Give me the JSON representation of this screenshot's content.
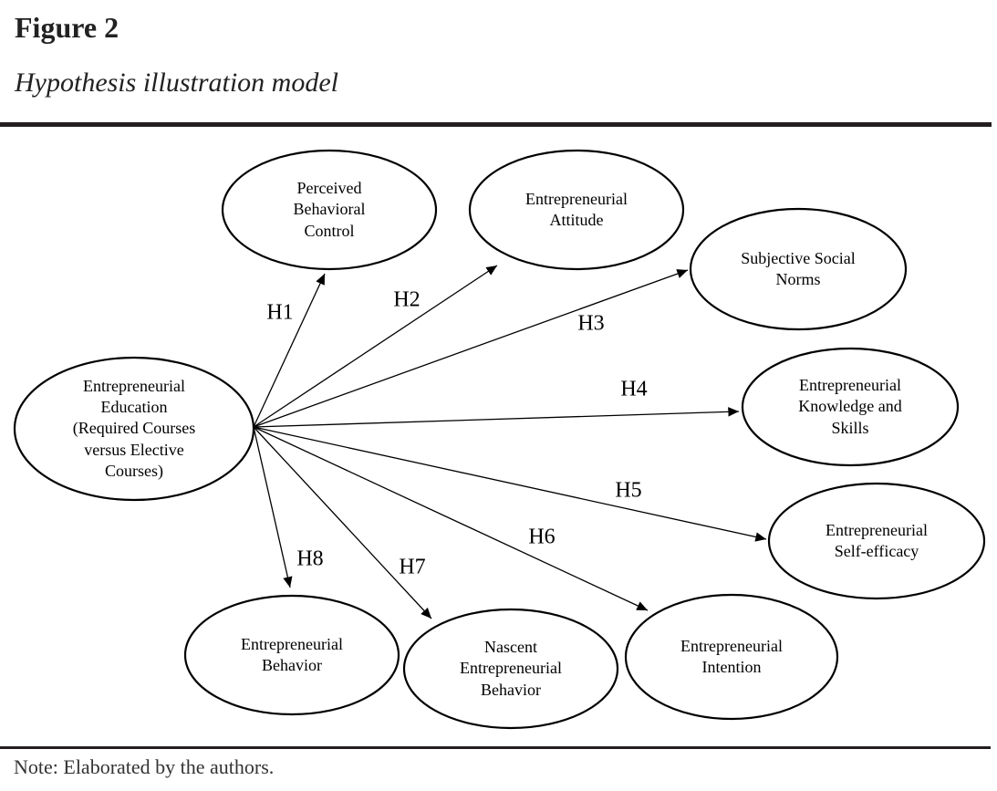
{
  "figure": {
    "label": "Figure 2",
    "title": "Hypothesis illustration model",
    "note": "Note: Elaborated by the authors."
  },
  "diagram": {
    "type": "hypothesis-path-model",
    "nodes": [
      {
        "id": "entrepreneurial-education",
        "label": "Entrepreneurial Education (Required Courses versus Elective Courses)"
      },
      {
        "id": "perceived-behavioral-control",
        "label": "Perceived Behavioral Control"
      },
      {
        "id": "entrepreneurial-attitude",
        "label": "Entrepreneurial Attitude"
      },
      {
        "id": "subjective-social-norms",
        "label": "Subjective Social Norms"
      },
      {
        "id": "entrepreneurial-knowledge-and-skills",
        "label": "Entrepreneurial Knowledge and Skills"
      },
      {
        "id": "entrepreneurial-self-efficacy",
        "label": "Entrepreneurial Self-efficacy"
      },
      {
        "id": "entrepreneurial-intention",
        "label": "Entrepreneurial Intention"
      },
      {
        "id": "nascent-entrepreneurial-behavior",
        "label": "Nascent Entrepreneurial Behavior"
      },
      {
        "id": "entrepreneurial-behavior",
        "label": "Entrepreneurial Behavior"
      }
    ],
    "edges": [
      {
        "label": "H1",
        "from": "entrepreneurial-education",
        "to": "perceived-behavioral-control"
      },
      {
        "label": "H2",
        "from": "entrepreneurial-education",
        "to": "entrepreneurial-attitude"
      },
      {
        "label": "H3",
        "from": "entrepreneurial-education",
        "to": "subjective-social-norms"
      },
      {
        "label": "H4",
        "from": "entrepreneurial-education",
        "to": "entrepreneurial-knowledge-and-skills"
      },
      {
        "label": "H5",
        "from": "entrepreneurial-education",
        "to": "entrepreneurial-self-efficacy"
      },
      {
        "label": "H6",
        "from": "entrepreneurial-education",
        "to": "entrepreneurial-intention"
      },
      {
        "label": "H7",
        "from": "entrepreneurial-education",
        "to": "nascent-entrepreneurial-behavior"
      },
      {
        "label": "H8",
        "from": "entrepreneurial-education",
        "to": "entrepreneurial-behavior"
      }
    ],
    "colors": {
      "stroke": "#000000",
      "text": "#000000",
      "background": "#ffffff"
    }
  }
}
